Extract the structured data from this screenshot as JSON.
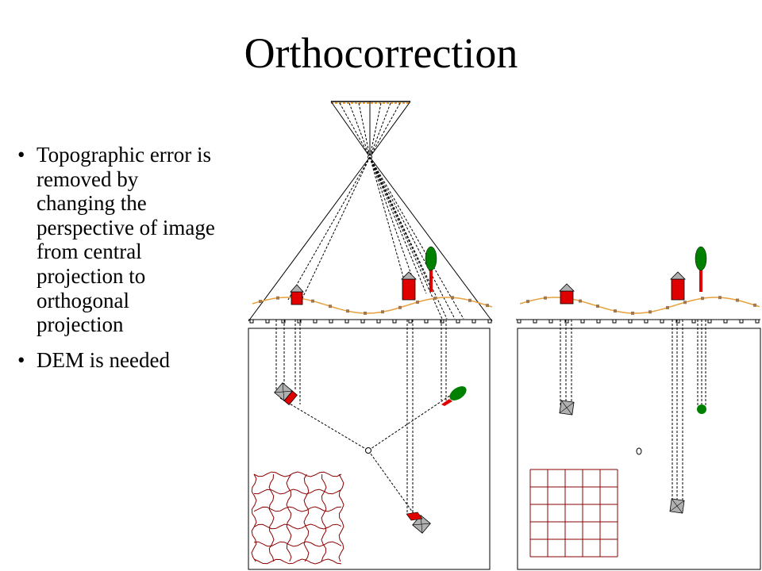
{
  "title": "Orthocorrection",
  "bullets": [
    {
      "text": "Topographic error is removed by changing the perspective of image from central projection to orthogonal projection"
    },
    {
      "text": "DEM is needed"
    }
  ],
  "colors": {
    "terrain": "#e8a03c",
    "terrain_marker": "#a07850",
    "building": "#e00000",
    "roof": "#b0b0b0",
    "tree": "#008000",
    "grid": "#8b0000",
    "ray": "#000000"
  },
  "diagram": {
    "left_panel": "central-projection",
    "right_panel": "orthogonal-projection"
  }
}
